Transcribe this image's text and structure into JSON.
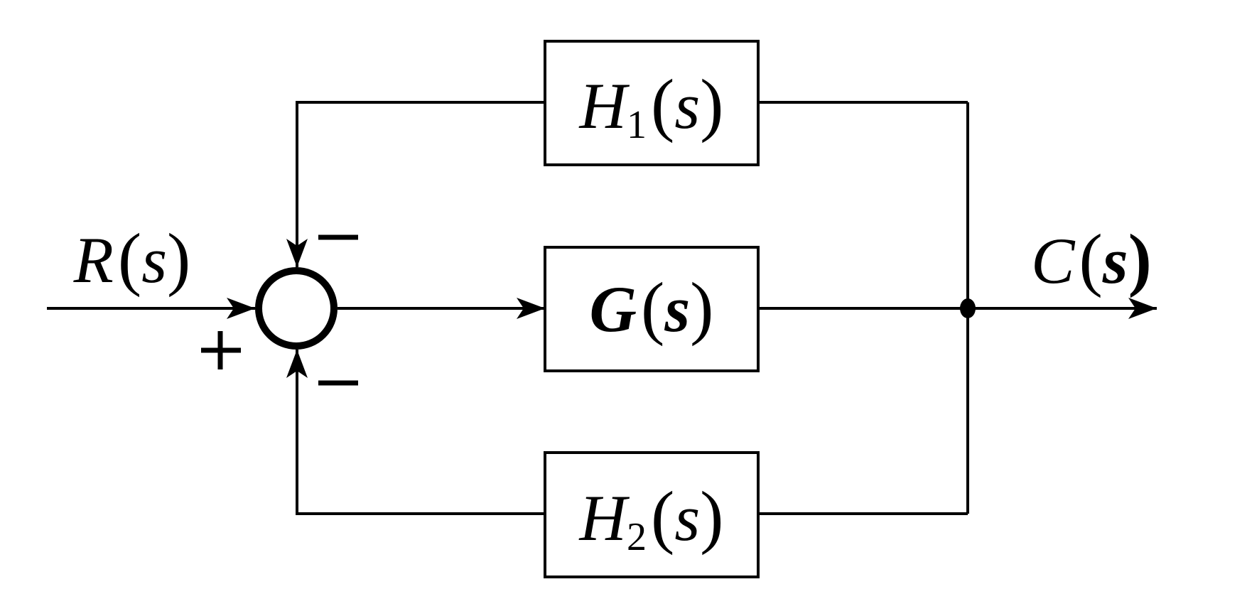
{
  "diagram": {
    "type": "control-system-block-diagram",
    "input": {
      "symbol": "R",
      "arg": "s"
    },
    "output": {
      "symbol": "C",
      "arg": "s"
    },
    "summing_junction": {
      "signs": {
        "input": "+",
        "top_feedback": "−",
        "bottom_feedback": "−"
      }
    },
    "blocks": [
      {
        "id": "H1",
        "symbol": "H",
        "subscript": "1",
        "arg": "s",
        "role": "feedback-top"
      },
      {
        "id": "G",
        "symbol": "G",
        "subscript": "",
        "arg": "s",
        "role": "forward"
      },
      {
        "id": "H2",
        "symbol": "H",
        "subscript": "2",
        "arg": "s",
        "role": "feedback-bottom"
      }
    ],
    "connections": [
      {
        "from": "input",
        "to": "summing_junction",
        "sign": "+"
      },
      {
        "from": "summing_junction",
        "to": "G"
      },
      {
        "from": "G",
        "to": "output"
      },
      {
        "from": "output",
        "to": "H1"
      },
      {
        "from": "H1",
        "to": "summing_junction",
        "sign": "−"
      },
      {
        "from": "output",
        "to": "H2"
      },
      {
        "from": "H2",
        "to": "summing_junction",
        "sign": "−"
      }
    ],
    "labels": {
      "lparen": "(",
      "rparen": ")"
    }
  }
}
